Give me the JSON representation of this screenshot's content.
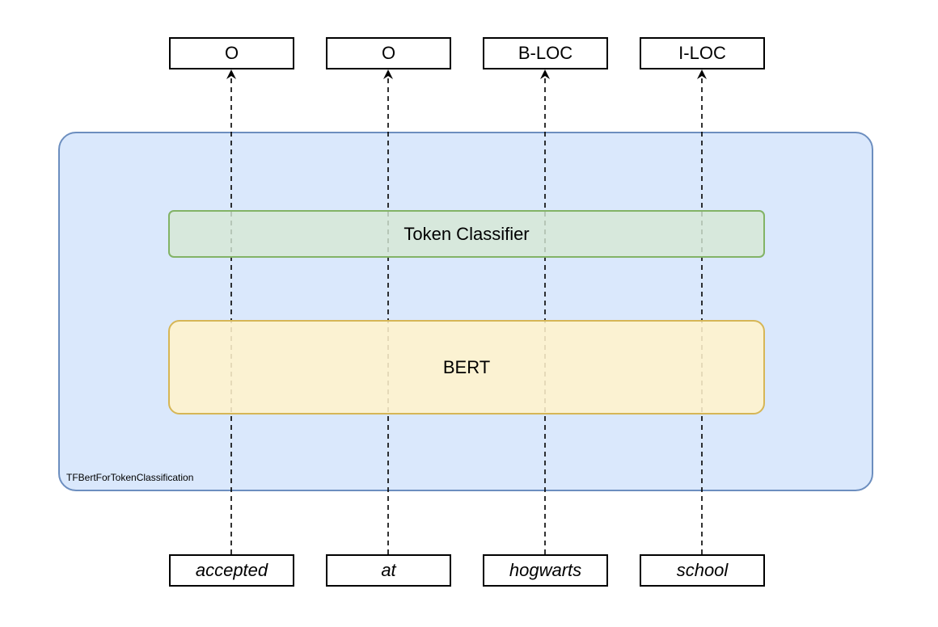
{
  "colors": {
    "container_fill": "#dae8fc",
    "container_stroke": "#6c8ebf",
    "classifier_fill": "#d5e8d4",
    "classifier_stroke": "#82b366",
    "bert_fill": "#fff2cc",
    "bert_stroke": "#d6b656"
  },
  "container": {
    "label": "TFBertForTokenClassification"
  },
  "classifier": {
    "label": "Token Classifier"
  },
  "bert": {
    "label": "BERT"
  },
  "tags": [
    {
      "label": "O"
    },
    {
      "label": "O"
    },
    {
      "label": "B-LOC"
    },
    {
      "label": "I-LOC"
    }
  ],
  "tokens": [
    {
      "label": "accepted"
    },
    {
      "label": "at"
    },
    {
      "label": "hogwarts"
    },
    {
      "label": "school"
    }
  ]
}
